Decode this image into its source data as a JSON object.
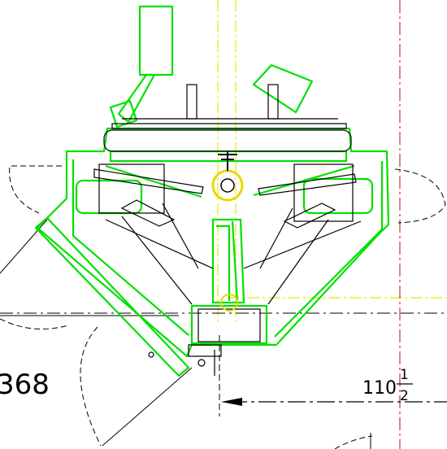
{
  "dimensions": {
    "left_value": "368",
    "right_whole": "110",
    "right_num": "1",
    "right_den": "2"
  },
  "colors": {
    "frame": "#00e000",
    "outline": "#000000",
    "centerline_yellow": "#e8e800",
    "centerline_red": "#c83232",
    "background": "#ffffff"
  }
}
